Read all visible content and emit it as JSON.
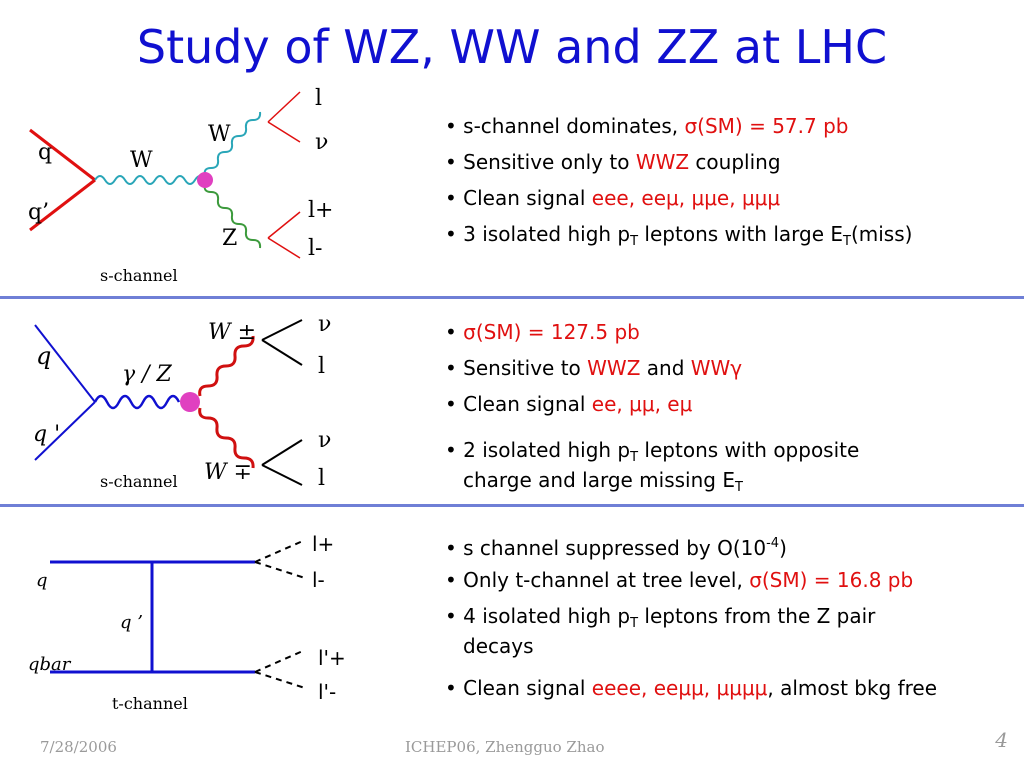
{
  "title": "Study of WZ, WW and ZZ at LHC",
  "section1": {
    "labels": {
      "q": "q",
      "qprime": "q’",
      "W_prop": "W",
      "W_out": "W",
      "Z_out": "Z",
      "l": "l",
      "nu": "ν",
      "lplus": "l+",
      "lminus": "l-",
      "channel": "s-channel"
    },
    "bullets": [
      {
        "parts": [
          {
            "t": "s-channel dominates, "
          },
          {
            "t": "σ(SM) = 57.7 pb",
            "c": "red"
          }
        ]
      },
      {
        "parts": [
          {
            "t": "Sensitive only to "
          },
          {
            "t": "WWZ",
            "c": "red"
          },
          {
            "t": " coupling"
          }
        ]
      },
      {
        "parts": [
          {
            "t": " Clean signal "
          },
          {
            "t": "eee, eeμ, μμe, μμμ",
            "c": "red"
          }
        ]
      },
      {
        "parts": [
          {
            "t": "3 isolated high p"
          },
          {
            "t": "T",
            "s": "sub"
          },
          {
            "t": " leptons with large E"
          },
          {
            "t": "T",
            "s": "sub"
          },
          {
            "t": "(miss)"
          }
        ]
      }
    ]
  },
  "section2": {
    "labels": {
      "q": "q",
      "qprime": "q '",
      "gammaZ": "γ / Z",
      "Wplus": "W ±",
      "Wminus": "W ∓",
      "nu1": "ν",
      "l1": "l",
      "nu2": "ν",
      "l2": "l",
      "channel": "s-channel"
    },
    "bullets": [
      {
        "parts": [
          {
            "t": "σ(SM) = 127.5 pb",
            "c": "red"
          }
        ]
      },
      {
        "parts": [
          {
            "t": "Sensitive to "
          },
          {
            "t": "WWZ",
            "c": "red"
          },
          {
            "t": " and "
          },
          {
            "t": "WWγ",
            "c": "red"
          }
        ]
      },
      {
        "parts": [
          {
            "t": "Clean signal "
          },
          {
            "t": "ee, μμ, eμ",
            "c": "red"
          }
        ]
      },
      {
        "parts": [
          {
            "t": "2 isolated high p"
          },
          {
            "t": "T",
            "s": "sub"
          },
          {
            "t": " leptons with opposite"
          }
        ],
        "cont": [
          {
            "t": "charge and large missing E"
          },
          {
            "t": "T",
            "s": "sub"
          }
        ]
      }
    ]
  },
  "section3": {
    "labels": {
      "q": "q",
      "qprime": "q ’",
      "qbar": "qbar",
      "lplus": "l+",
      "lminus": "l-",
      "lpplus": "l'+",
      "lpminus": "l'-",
      "channel": "t-channel"
    },
    "bullets": [
      {
        "parts": [
          {
            "t": "s channel suppressed by O(10"
          },
          {
            "t": "-4",
            "s": "sup"
          },
          {
            "t": ")"
          }
        ]
      },
      {
        "parts": [
          {
            "t": "Only t-channel at tree level, "
          },
          {
            "t": "σ(SM) = 16.8 pb",
            "c": "red"
          }
        ]
      },
      {
        "parts": [
          {
            "t": "4 isolated high p"
          },
          {
            "t": "T",
            "s": "sub"
          },
          {
            "t": " leptons from the Z pair"
          }
        ],
        "cont": [
          {
            "t": "decays"
          }
        ]
      },
      {
        "parts": [
          {
            "t": "Clean signal "
          },
          {
            "t": "eeee, eeμμ, μμμμ",
            "c": "red"
          },
          {
            "t": ", almost bkg free"
          }
        ]
      }
    ]
  },
  "footer": {
    "date": "7/28/2006",
    "center": "ICHEP06, Zhengguo Zhao",
    "page": "4"
  },
  "colors": {
    "title": "#1010d0",
    "red": "#e01010",
    "separator": "#6f7fd6",
    "wave_teal": "#2aa6b8",
    "wave_green": "#3c9a3c",
    "wave_red": "#d01010",
    "vertex": "#e040c0"
  }
}
